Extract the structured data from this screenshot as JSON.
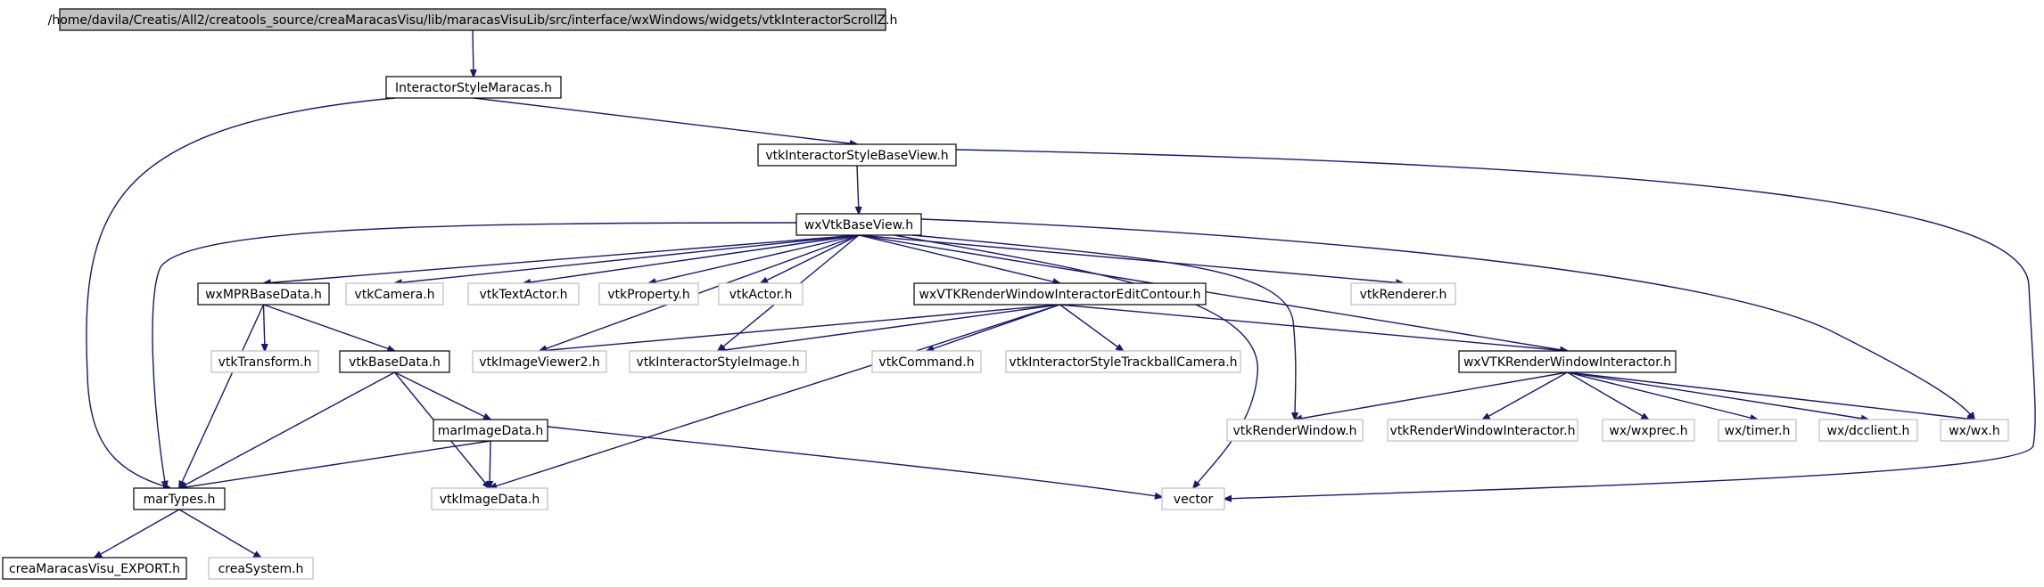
{
  "graph": {
    "nodes": [
      {
        "id": "root",
        "label": "/home/davila/Creatis/All2/creatools_source/creaMaracasVisu/lib/maracasVisuLib/src/interface/wxWindows/widgets/vtkInteractorScrollZ.h",
        "style": "root"
      },
      {
        "id": "ism",
        "label": "InteractorStyleMaracas.h",
        "style": "documented"
      },
      {
        "id": "isbv",
        "label": "vtkInteractorStyleBaseView.h",
        "style": "documented"
      },
      {
        "id": "wxvbv",
        "label": "wxVtkBaseView.h",
        "style": "documented"
      },
      {
        "id": "wxmpr",
        "label": "wxMPRBaseData.h",
        "style": "documented"
      },
      {
        "id": "vtkcam",
        "label": "vtkCamera.h",
        "style": "external"
      },
      {
        "id": "vtktxt",
        "label": "vtkTextActor.h",
        "style": "external"
      },
      {
        "id": "vtkprop",
        "label": "vtkProperty.h",
        "style": "external"
      },
      {
        "id": "vtkact",
        "label": "vtkActor.h",
        "style": "external"
      },
      {
        "id": "wxrwiec",
        "label": "wxVTKRenderWindowInteractorEditContour.h",
        "style": "documented"
      },
      {
        "id": "vtkren",
        "label": "vtkRenderer.h",
        "style": "external"
      },
      {
        "id": "vtktrans",
        "label": "vtkTransform.h",
        "style": "external"
      },
      {
        "id": "vtkbd",
        "label": "vtkBaseData.h",
        "style": "documented"
      },
      {
        "id": "vtkiv2",
        "label": "vtkImageViewer2.h",
        "style": "external"
      },
      {
        "id": "vtkisi",
        "label": "vtkInteractorStyleImage.h",
        "style": "external"
      },
      {
        "id": "vtkcmd",
        "label": "vtkCommand.h",
        "style": "external"
      },
      {
        "id": "vtkistc",
        "label": "vtkInteractorStyleTrackballCamera.h",
        "style": "external"
      },
      {
        "id": "wxrwi",
        "label": "wxVTKRenderWindowInteractor.h",
        "style": "documented"
      },
      {
        "id": "marid",
        "label": "marImageData.h",
        "style": "documented"
      },
      {
        "id": "vtkrw",
        "label": "vtkRenderWindow.h",
        "style": "external"
      },
      {
        "id": "vtkrwi",
        "label": "vtkRenderWindowInteractor.h",
        "style": "external"
      },
      {
        "id": "wxprec",
        "label": "wx/wxprec.h",
        "style": "external"
      },
      {
        "id": "wxtimer",
        "label": "wx/timer.h",
        "style": "external"
      },
      {
        "id": "wxdc",
        "label": "wx/dcclient.h",
        "style": "external"
      },
      {
        "id": "wxwx",
        "label": "wx/wx.h",
        "style": "external"
      },
      {
        "id": "martypes",
        "label": "marTypes.h",
        "style": "documented"
      },
      {
        "id": "vtkid",
        "label": "vtkImageData.h",
        "style": "external"
      },
      {
        "id": "vector",
        "label": "vector",
        "style": "external"
      },
      {
        "id": "export",
        "label": "creaMaracasVisu_EXPORT.h",
        "style": "documented"
      },
      {
        "id": "creasys",
        "label": "creaSystem.h",
        "style": "external"
      }
    ],
    "edges": [
      {
        "from": "root",
        "to": "ism"
      },
      {
        "from": "ism",
        "to": "martypes"
      },
      {
        "from": "ism",
        "to": "isbv"
      },
      {
        "from": "isbv",
        "to": "wxvbv"
      },
      {
        "from": "isbv",
        "to": "vector"
      },
      {
        "from": "wxvbv",
        "to": "martypes"
      },
      {
        "from": "wxvbv",
        "to": "wxmpr"
      },
      {
        "from": "wxvbv",
        "to": "vtkcam"
      },
      {
        "from": "wxvbv",
        "to": "vtktxt"
      },
      {
        "from": "wxvbv",
        "to": "vtkprop"
      },
      {
        "from": "wxvbv",
        "to": "vtkact"
      },
      {
        "from": "wxvbv",
        "to": "vtkiv2"
      },
      {
        "from": "wxvbv",
        "to": "vtkisi"
      },
      {
        "from": "wxvbv",
        "to": "wxrwiec"
      },
      {
        "from": "wxvbv",
        "to": "vector"
      },
      {
        "from": "wxvbv",
        "to": "vtkrw"
      },
      {
        "from": "wxvbv",
        "to": "vtkren"
      },
      {
        "from": "wxvbv",
        "to": "wxrwi"
      },
      {
        "from": "wxvbv",
        "to": "wxwx"
      },
      {
        "from": "wxmpr",
        "to": "martypes"
      },
      {
        "from": "wxmpr",
        "to": "vtktrans"
      },
      {
        "from": "wxmpr",
        "to": "vtkbd"
      },
      {
        "from": "vtkbd",
        "to": "martypes"
      },
      {
        "from": "vtkbd",
        "to": "vtkid"
      },
      {
        "from": "vtkbd",
        "to": "marid"
      },
      {
        "from": "wxrwiec",
        "to": "vtkiv2"
      },
      {
        "from": "wxrwiec",
        "to": "vtkisi"
      },
      {
        "from": "wxrwiec",
        "to": "vtkid"
      },
      {
        "from": "wxrwiec",
        "to": "vtkcmd"
      },
      {
        "from": "wxrwiec",
        "to": "vtkistc"
      },
      {
        "from": "wxrwiec",
        "to": "wxrwi"
      },
      {
        "from": "wxrwi",
        "to": "vtkrw"
      },
      {
        "from": "wxrwi",
        "to": "vtkrwi"
      },
      {
        "from": "wxrwi",
        "to": "wxprec"
      },
      {
        "from": "wxrwi",
        "to": "wxtimer"
      },
      {
        "from": "wxrwi",
        "to": "wxdc"
      },
      {
        "from": "wxrwi",
        "to": "wxwx"
      },
      {
        "from": "marid",
        "to": "martypes"
      },
      {
        "from": "marid",
        "to": "vtkid"
      },
      {
        "from": "marid",
        "to": "vector"
      },
      {
        "from": "martypes",
        "to": "export"
      },
      {
        "from": "martypes",
        "to": "creasys"
      }
    ]
  },
  "colors": {
    "edge": "#191970",
    "root_fill": "#bfbfbf",
    "documented_border": "#000000",
    "external_border": "#bfbfbf",
    "text": "#000000"
  }
}
